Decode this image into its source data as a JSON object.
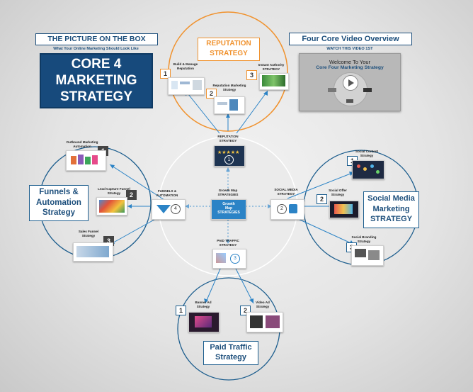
{
  "header": {
    "box_title": "THE PICTURE ON THE BOX",
    "box_subtitle": "What Your Online Marketing Should Look Like",
    "core_line1": "CORE 4",
    "core_line2": "MARKETING",
    "core_line3": "STRATEGY"
  },
  "video": {
    "title": "Four Core Video Overview",
    "watch": "WATCH THIS VIDEO 1ST",
    "welcome": "Welcome To Your",
    "overview": "Core Four Marketing Strategy"
  },
  "reputation": {
    "title_line1": "REPUTATION",
    "title_line2": "STRATEGY",
    "node_label": "REPUTATION STRATEGY",
    "items": [
      {
        "num": "1",
        "label": "Build & Manage Reputation"
      },
      {
        "num": "2",
        "label": "Reputation Marketing Strategy"
      },
      {
        "num": "3",
        "label": "Instant Authority STRATEGY"
      }
    ]
  },
  "funnels": {
    "title_line1": "Funnels &",
    "title_line2": "Automation",
    "title_line3": "Strategy",
    "node_label": "FUNNELS & AUTOMATION",
    "node_num": "4",
    "items": [
      {
        "num": "1",
        "label": "Outbound Marketing Automation"
      },
      {
        "num": "2",
        "label": "Lead Capture Funnel Strategy"
      },
      {
        "num": "3",
        "label": "Sales Funnel Strategy"
      }
    ]
  },
  "social": {
    "title_line1": "Social Media",
    "title_line2": "Marketing",
    "title_line3": "STRATEGY",
    "node_label": "SOCIAL MEDIA STRATEGY",
    "node_num": "2",
    "items": [
      {
        "num": "1",
        "label": "Social Content Strategy"
      },
      {
        "num": "2",
        "label": "Social Offer Strategy"
      },
      {
        "num": "3",
        "label": "Social Branding Strategy"
      }
    ]
  },
  "paid": {
    "title_line1": "Paid Traffic",
    "title_line2": "Strategy",
    "node_label": "PAID TRAFFIC STRATEGY",
    "node_num": "3",
    "items": [
      {
        "num": "1",
        "label": "Banner Ad Strategy"
      },
      {
        "num": "2",
        "label": "Video Ad Strategy"
      }
    ]
  },
  "center": {
    "label": "Growth Map STRATEGIES",
    "thumb_line1": "Growth",
    "thumb_line2": "Map",
    "thumb_line3": "STRATEGIES",
    "rep_num": "1"
  },
  "colors": {
    "navy": "#1d4f7c",
    "orange": "#f0922e",
    "accent_blue": "#2b83c6"
  }
}
